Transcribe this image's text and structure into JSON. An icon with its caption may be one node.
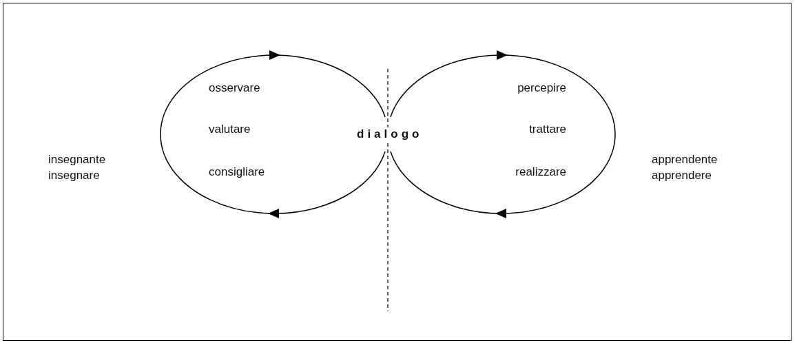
{
  "diagram": {
    "nodes": [
      {
        "text": [
          "osservare",
          "valutare",
          "consigliare"
        ]
      },
      {
        "text": [
          "percepire",
          "trattare",
          "realizzare"
        ]
      }
    ],
    "labels": [
      "insegnante",
      "insegnare",
      "dialogo",
      "apprendente",
      "apprendere"
    ]
  }
}
